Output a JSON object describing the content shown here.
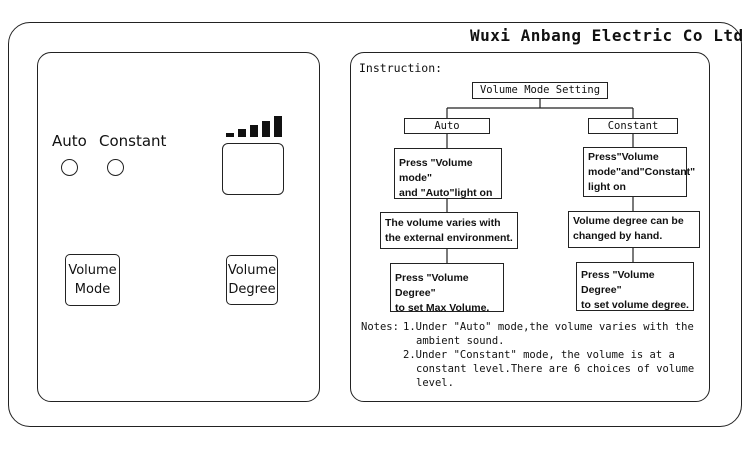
{
  "company": "Wuxi Anbang Electric Co Ltd",
  "left_panel": {
    "auto_label": "Auto",
    "constant_label": "Constant",
    "volume_mode_button": [
      "Volume",
      "Mode"
    ],
    "volume_degree_button": [
      "Volume",
      "Degree"
    ],
    "level_bars": 5
  },
  "instruction": {
    "title": "Instruction:",
    "root": "Volume Mode Setting",
    "auto": {
      "header": "Auto",
      "step1": [
        "Press \"Volume mode\"",
        "and \"Auto\"light on"
      ],
      "step2": [
        "The volume varies with",
        "the external environment."
      ],
      "step3": [
        "Press \"Volume Degree\"",
        "to set Max Volume."
      ]
    },
    "constant": {
      "header": "Constant",
      "step1": [
        "Press\"Volume",
        "mode\"and\"Constant\"",
        "light on"
      ],
      "step2": [
        "Volume degree can be",
        "changed by hand."
      ],
      "step3": [
        "Press \"Volume Degree\"",
        "to set volume degree."
      ]
    },
    "notes": {
      "prefix": "Notes:",
      "n1_a": "1.Under \"Auto\" mode,the volume varies with the",
      "n1_b": "ambient sound.",
      "n2_a": "2.Under \"Constant\" mode, the volume is at a",
      "n2_b": "constant level.There are  6 choices of volume",
      "n2_c": "level."
    }
  }
}
